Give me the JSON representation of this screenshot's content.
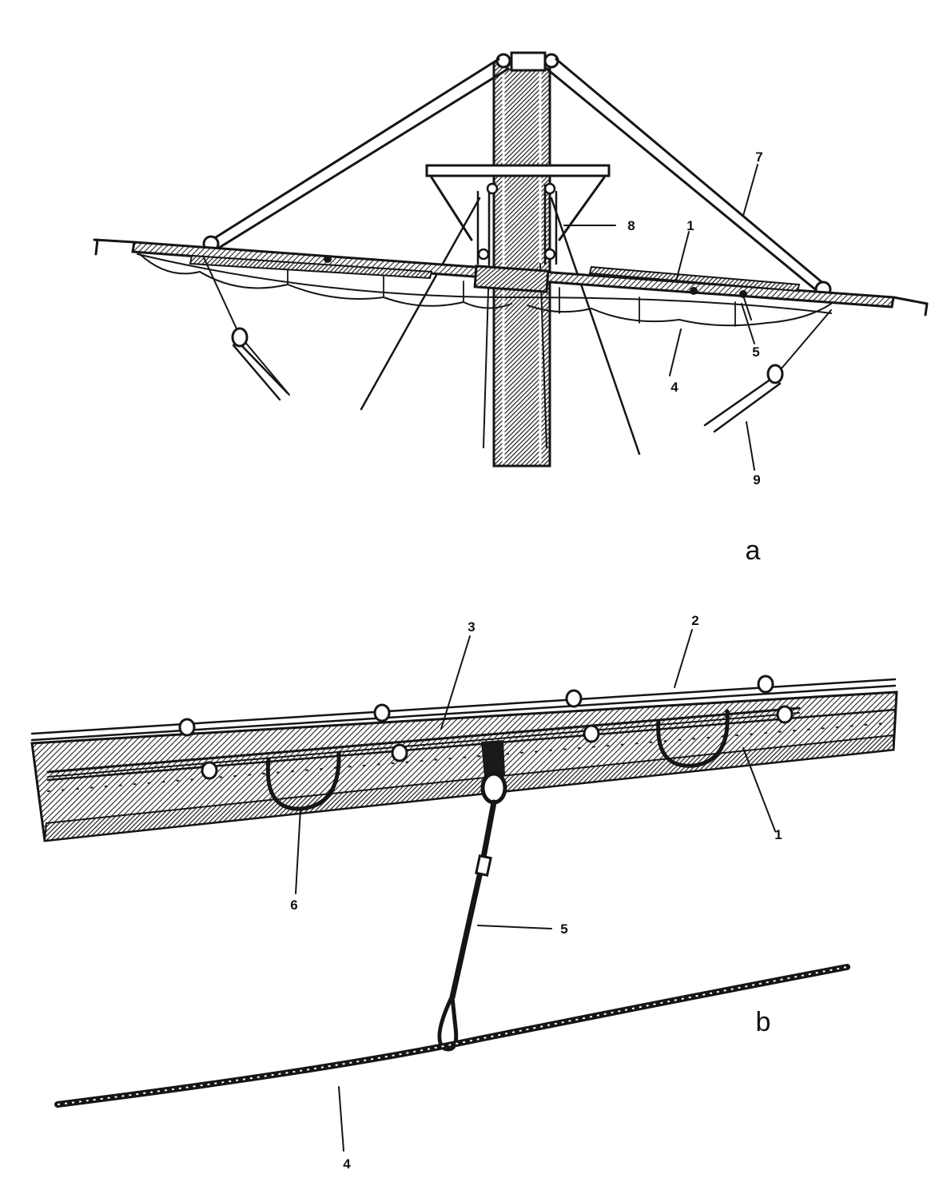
{
  "figure": {
    "panel_a": {
      "caption": "a",
      "labels": {
        "l1": "1",
        "l4": "4",
        "l5": "5",
        "l7": "7",
        "l8": "8",
        "l9": "9"
      }
    },
    "panel_b": {
      "caption": "b",
      "labels": {
        "l1": "1",
        "l2": "2",
        "l3": "3",
        "l4": "4",
        "l5": "5",
        "l6": "6"
      }
    }
  },
  "colors": {
    "ink": "#151515",
    "background": "#ffffff"
  }
}
